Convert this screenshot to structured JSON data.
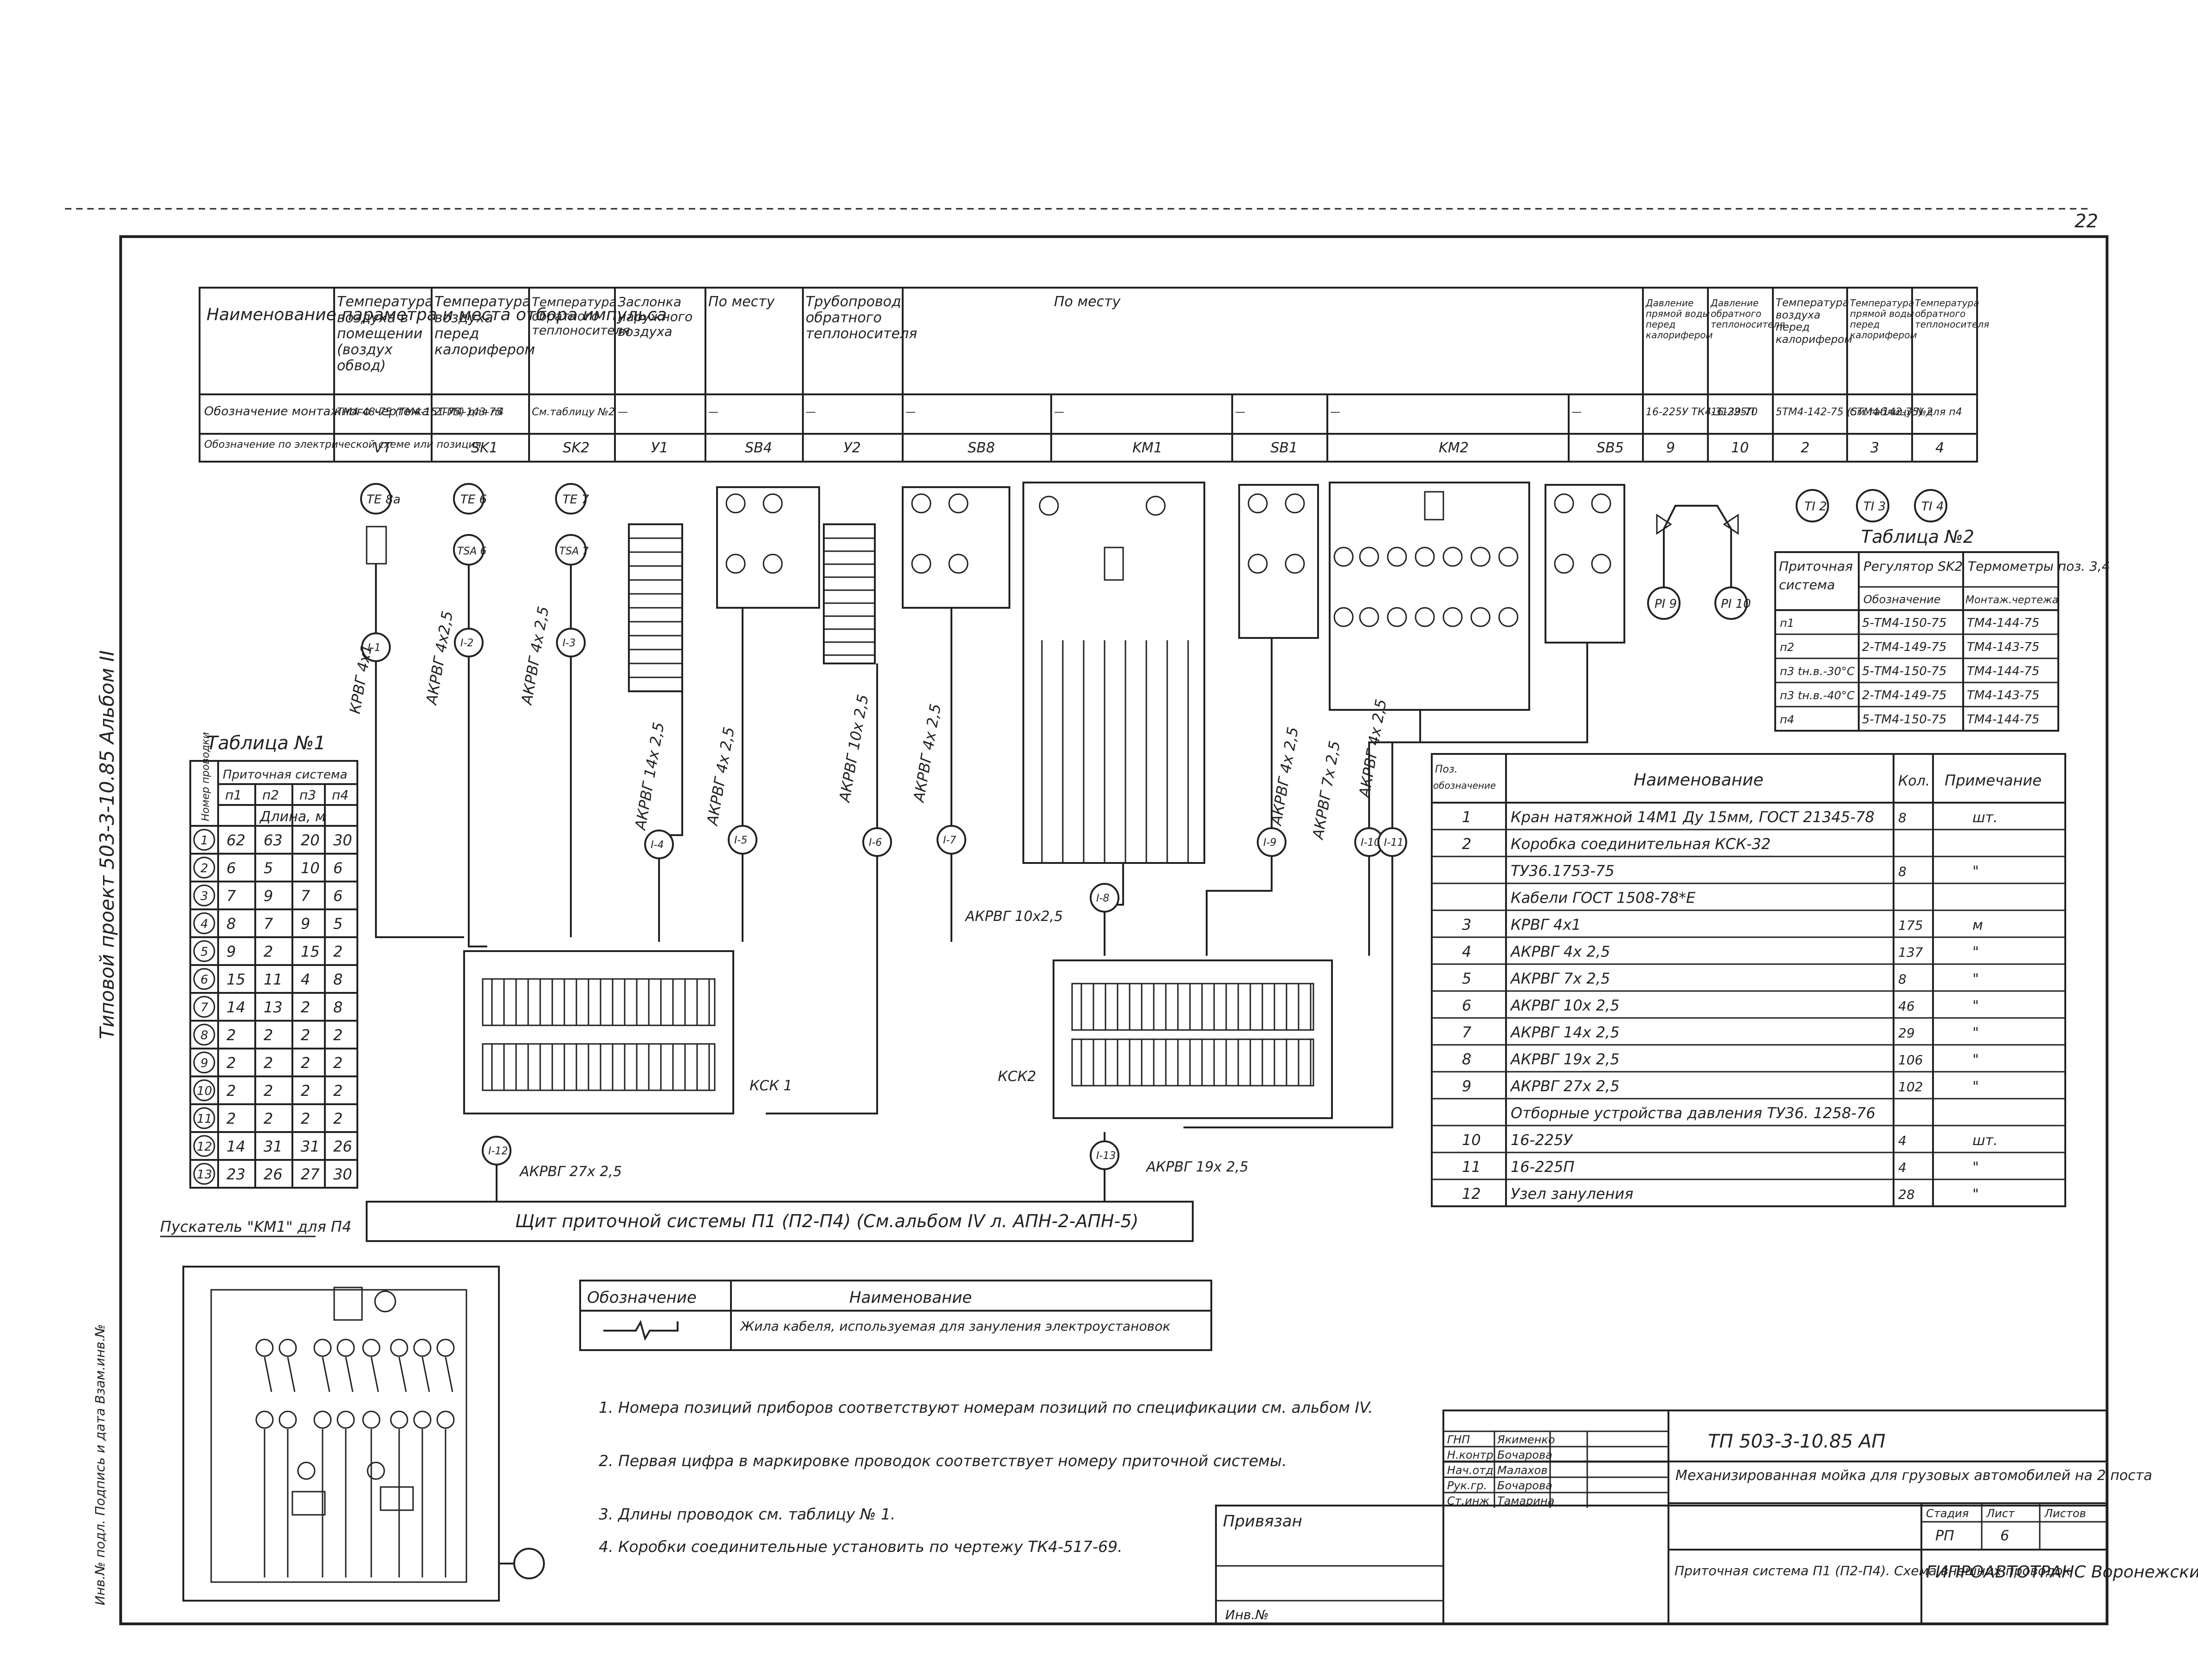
{
  "sheet": {
    "side_left": "Типовой проект 503-3-10.85 Альбом II",
    "side_stamp": "Инв.№ подл. Подпись и дата Взам.инв.№",
    "corner_mark": "22"
  },
  "top_table": {
    "row_headers": [
      "Наименование параметра и места отбора импульса",
      "Обозначение монтажного чертежа",
      "Обозначение по электрической схеме или позиция"
    ],
    "columns": [
      {
        "name": "Температура воздуха в помещении (воздух обвод)",
        "drawing": "ТМ4-48-75 (ТМ4-151-75) для п4",
        "pos": "VT"
      },
      {
        "name": "Температура воздуха перед калорифером",
        "drawing": "2ТМ4-143-75",
        "pos": "SK1"
      },
      {
        "name": "Температура обратного теплоносителя",
        "drawing": "См.таблицу №2",
        "pos": "SK2"
      },
      {
        "name": "Заслонка наружного воздуха",
        "drawing": "—",
        "pos": "У1"
      },
      {
        "name": "По месту",
        "drawing": "—",
        "pos": "SB4"
      },
      {
        "name": "Трубопровод обратного теплоносителя",
        "drawing": "—",
        "pos": "У2"
      },
      {
        "name": "",
        "drawing": "—",
        "pos": "SB8"
      },
      {
        "name": "По месту",
        "drawing": "—",
        "pos": "KM1"
      },
      {
        "name": "",
        "drawing": "—",
        "pos": "SB1"
      },
      {
        "name": "",
        "drawing": "—",
        "pos": "KM2"
      },
      {
        "name": "",
        "drawing": "—",
        "pos": "SB5"
      },
      {
        "name": "Давление прямой воды перед калорифером",
        "drawing": "16-225У ТК4-3139-70",
        "pos": "9"
      },
      {
        "name": "Давление обратного теплоносителя",
        "drawing": "16-225П",
        "pos": "10"
      },
      {
        "name": "Температура воздуха перед калорифером",
        "drawing": "5ТМ4-142-75 (5ТМ4-142-75) для п4",
        "pos": "2"
      },
      {
        "name": "Температура прямой воды перед калорифером",
        "drawing": "См.таблицу №2",
        "pos": "3"
      },
      {
        "name": "Температура обратного теплоносителя",
        "drawing": "",
        "pos": "4"
      }
    ]
  },
  "table1": {
    "title": "Таблица №1",
    "header_group": "Приточная система",
    "col_num": "Номер проводки",
    "cols": [
      "п1",
      "п2",
      "п3",
      "п4"
    ],
    "unit": "Длина, м",
    "rows": [
      {
        "n": "1",
        "v": [
          "62",
          "63",
          "20",
          "30"
        ]
      },
      {
        "n": "2",
        "v": [
          "6",
          "5",
          "10",
          "6"
        ]
      },
      {
        "n": "3",
        "v": [
          "7",
          "9",
          "7",
          "6"
        ]
      },
      {
        "n": "4",
        "v": [
          "8",
          "7",
          "9",
          "5"
        ]
      },
      {
        "n": "5",
        "v": [
          "9",
          "2",
          "15",
          "2"
        ]
      },
      {
        "n": "6",
        "v": [
          "15",
          "11",
          "4",
          "8"
        ]
      },
      {
        "n": "7",
        "v": [
          "14",
          "13",
          "2",
          "8"
        ]
      },
      {
        "n": "8",
        "v": [
          "2",
          "2",
          "2",
          "2"
        ]
      },
      {
        "n": "9",
        "v": [
          "2",
          "2",
          "2",
          "2"
        ]
      },
      {
        "n": "10",
        "v": [
          "2",
          "2",
          "2",
          "2"
        ]
      },
      {
        "n": "11",
        "v": [
          "2",
          "2",
          "2",
          "2"
        ]
      },
      {
        "n": "12",
        "v": [
          "14",
          "31",
          "31",
          "26"
        ]
      },
      {
        "n": "13",
        "v": [
          "23",
          "26",
          "27",
          "30"
        ]
      }
    ]
  },
  "table2": {
    "title": "Таблица №2",
    "headers": [
      "Приточная система",
      "Регулятор SK2",
      "Термометры поз. 3,4"
    ],
    "sub_headers": [
      "Обозначение",
      "Монтаж.чертежа"
    ],
    "rows": [
      {
        "sys": "п1",
        "reg": "5-ТМ4-150-75",
        "term": "ТМ4-144-75"
      },
      {
        "sys": "п2",
        "reg": "2-ТМ4-149-75",
        "term": "ТМ4-143-75"
      },
      {
        "sys": "п3 tн.в.-30°С",
        "reg": "5-ТМ4-150-75",
        "term": "ТМ4-144-75"
      },
      {
        "sys": "п3 tн.в.-40°С",
        "reg": "2-ТМ4-149-75",
        "term": "ТМ4-143-75"
      },
      {
        "sys": "п4",
        "reg": "5-ТМ4-150-75",
        "term": "ТМ4-144-75"
      }
    ]
  },
  "spec": {
    "headers": [
      "Поз. обозначение",
      "Наименование",
      "Кол.",
      "Примечание"
    ],
    "rows": [
      {
        "pos": "1",
        "name": "Кран натяжной 14М1 Ду 15мм, ГОСТ 21345-78",
        "qty": "8",
        "note": "шт."
      },
      {
        "pos": "2",
        "name": "Коробка соединительная КСК-32",
        "qty": "",
        "note": ""
      },
      {
        "pos": "",
        "name": "ТУ36.1753-75",
        "qty": "8",
        "note": "\""
      },
      {
        "pos": "",
        "name": "Кабели ГОСТ 1508-78*Е",
        "qty": "",
        "note": ""
      },
      {
        "pos": "3",
        "name": "КРВГ 4х1",
        "qty": "175",
        "note": "м"
      },
      {
        "pos": "4",
        "name": "АКРВГ 4х 2,5",
        "qty": "137",
        "note": "\""
      },
      {
        "pos": "5",
        "name": "АКРВГ 7х 2,5",
        "qty": "8",
        "note": "\""
      },
      {
        "pos": "6",
        "name": "АКРВГ 10х 2,5",
        "qty": "46",
        "note": "\""
      },
      {
        "pos": "7",
        "name": "АКРВГ 14х 2,5",
        "qty": "29",
        "note": "\""
      },
      {
        "pos": "8",
        "name": "АКРВГ 19х 2,5",
        "qty": "106",
        "note": "\""
      },
      {
        "pos": "9",
        "name": "АКРВГ 27х 2,5",
        "qty": "102",
        "note": "\""
      },
      {
        "pos": "",
        "name": "Отборные устройства давления ТУ36. 1258-76",
        "qty": "",
        "note": ""
      },
      {
        "pos": "10",
        "name": "16-225У",
        "qty": "4",
        "note": "шт."
      },
      {
        "pos": "11",
        "name": "16-225П",
        "qty": "4",
        "note": "\""
      },
      {
        "pos": "12",
        "name": "Узел зануления",
        "qty": "28",
        "note": "\""
      }
    ]
  },
  "legend": {
    "headers": [
      "Обозначение",
      "Наименование"
    ],
    "row": "Жила кабеля, используемая для зануления электроустановок"
  },
  "notes": [
    "1. Номера позиций приборов соответствуют номерам позиций по спецификации см. альбом IV.",
    "2. Первая цифра в маркировке проводок соответствует номеру приточной системы.",
    "3. Длины проводок см. таблицу № 1.",
    "4. Коробки соединительные установить по чертежу ТК4-517-69."
  ],
  "diagram": {
    "shield": "Щит приточной системы П1 (П2-П4) (См.альбом IV л. АПН-2-АПН-5)",
    "starter_title": "Пускатель \"KM1\" для П4",
    "box1": "КСК 1",
    "box2": "КСК2",
    "cable_labels": [
      "КРВГ 4х1",
      "АКРВГ 4х2,5",
      "АКРВГ 4х 2,5",
      "АКРВГ 14х 2,5",
      "АКРВГ 4х 2,5",
      "АКРВГ 10х 2,5",
      "АКРВГ 4х 2,5",
      "АКРВГ 10х2,5",
      "АКРВГ 4х 2,5",
      "АКРВГ 7х 2,5",
      "АКРВГ 4х 2,5",
      "АКРВГ 27х 2,5",
      "АКРВГ 19х 2,5"
    ],
    "wire_nodes": [
      "I-1",
      "I-2",
      "I-3",
      "I-4",
      "I-5",
      "I-6",
      "I-7",
      "I-8",
      "I-9",
      "I-10",
      "I-11",
      "I-12",
      "I-13"
    ],
    "instruments": [
      "TE 8a",
      "TE 6",
      "TE 7",
      "TSA 6",
      "TSA 7",
      "PI 9",
      "PI 10",
      "TI 2",
      "TI 3",
      "TI 4"
    ]
  },
  "title_block": {
    "code": "ТП 503-3-10.85 АП",
    "project": "Механизированная мойка для грузовых автомобилей на 2 поста",
    "sheet_title": "Приточная система П1 (П2-П4). Схема внешних проводок",
    "org": "ГИПРОАВТОТРАНС Воронежский филиал",
    "stage_h": [
      "Стадия",
      "Лист",
      "Листов"
    ],
    "stage_v": [
      "РП",
      "6",
      ""
    ],
    "people": [
      {
        "role": "ГНП",
        "name": "Якименко"
      },
      {
        "role": "Н.контр",
        "name": "Бочарова"
      },
      {
        "role": "Нач.отд",
        "name": "Малахов"
      },
      {
        "role": "Рук.гр.",
        "name": "Бочарова"
      },
      {
        "role": "Ст.инж",
        "name": "Тамарина"
      }
    ],
    "privyazan": "Привязан",
    "inv": "Инв.№"
  }
}
